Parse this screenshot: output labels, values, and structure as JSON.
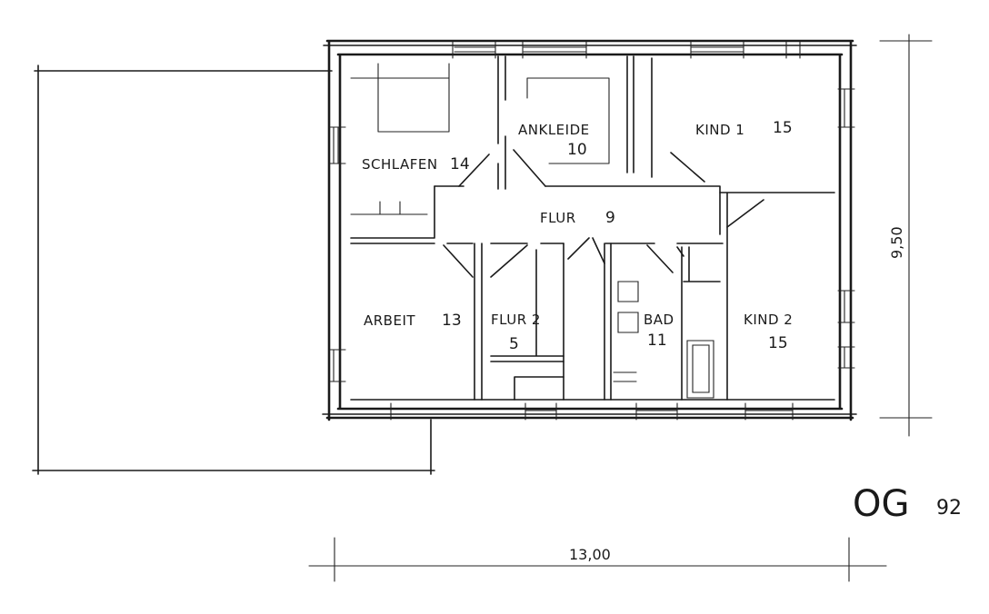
{
  "sheet": {
    "label": "OG",
    "number": "92",
    "dimension_width": "13,00",
    "dimension_depth": "9,50"
  },
  "rooms": [
    {
      "id": "schlafen",
      "name": "SCHLAFEN",
      "area": "14"
    },
    {
      "id": "ankleide",
      "name": "ANKLEIDE",
      "area": "10"
    },
    {
      "id": "kind1",
      "name": "KIND 1",
      "area": "15"
    },
    {
      "id": "flur",
      "name": "FLUR",
      "area": "9"
    },
    {
      "id": "arbeit",
      "name": "ARBEIT",
      "area": "13"
    },
    {
      "id": "flur2",
      "name": "FLUR 2",
      "area": "5"
    },
    {
      "id": "bad",
      "name": "BAD",
      "area": "11"
    },
    {
      "id": "kind2",
      "name": "KIND 2",
      "area": "15"
    }
  ]
}
